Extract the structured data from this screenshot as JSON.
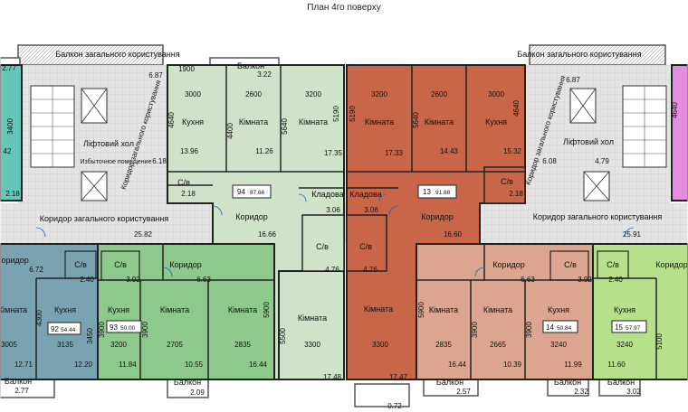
{
  "title": "План 4го поверху",
  "colors": {
    "wall": "#2b2b2b",
    "common": "#dcdcdc",
    "apt_92": "#7aa3b2",
    "apt_93": "#8cc98a",
    "apt_94": "#cfe3c9",
    "apt_13": "#c96548",
    "apt_14": "#dba58f",
    "apt_15": "#b6e08a",
    "apt_teal": "#66c7b8",
    "apt_pink": "#e38de0"
  },
  "labels": {
    "balcony_common_left": "Балкон загального користування",
    "balcony_common_right": "Балкон загального користування",
    "balcony": "Балкон",
    "corridor_common": "Коридор загального користування",
    "corridor_common_vert": "Коридор загального користування",
    "lift_hall": "Ліфтовий хол",
    "smoke_free": "Избыточное помещение",
    "kitchen": "Кухня",
    "room": "Кімната",
    "corridor": "Коридор",
    "storage": "Кладова",
    "bath": "С/в"
  },
  "apartments": [
    {
      "num": "94",
      "area": "87.66"
    },
    {
      "num": "13",
      "area": "91.88"
    },
    {
      "num": "92",
      "area": "54.44"
    },
    {
      "num": "93",
      "area": "50.00"
    },
    {
      "num": "14",
      "area": "50.84"
    },
    {
      "num": "15",
      "area": "57.97"
    }
  ],
  "values": {
    "v_6_87_l": "6.87",
    "v_6_87_r": "6.87",
    "v_1900": "1900",
    "v_3_22": "3.22",
    "v_2_77_tl": "2.77",
    "v_3000_a": "3000",
    "v_2600_a": "2600",
    "v_3200_a": "3200",
    "v_3200_b": "3200",
    "v_2600_b": "2600",
    "v_3000_b": "3000",
    "v_4640_l": "4640",
    "v_4400": "4400",
    "v_5640_l": "5640",
    "v_5190_l": "5190",
    "v_5190_r": "5190",
    "v_5640_r": "5640",
    "v_4640_r1": "4640",
    "v_4640_r2": "4640",
    "v_3400": "3400",
    "v_13_96": "13.96",
    "v_11_26": "11.26",
    "v_17_35": "17.35",
    "v_17_33": "17.33",
    "v_14_43": "14.43",
    "v_15_32": "15.32",
    "v_6_18": "6.18",
    "v_6_08": "6.08",
    "v_4_79": "4.79",
    "v_42": "42",
    "v_2_18_a": "2.18",
    "v_2_18_b": "2.18",
    "v_2_18_c": "2.18",
    "v_3_06_a": "3.06",
    "v_3_06_b": "3.06",
    "v_16_66": "16.66",
    "v_16_60": "16.60",
    "v_25_82": "25.82",
    "v_25_91": "25.91",
    "v_4_76_a": "4.76",
    "v_4_76_b": "4.76",
    "v_6_72": "6.72",
    "v_2_40_a": "2.40",
    "v_2_40_b": "2.40",
    "v_3_92_a": "3.92",
    "v_3_92_b": "3.92",
    "v_6_63_a": "6.63",
    "v_6_63_b": "6.63",
    "v_4300": "4300",
    "v_3450": "3450",
    "v_3900_a": "3900",
    "v_3900_b": "3900",
    "v_5900_l": "5900",
    "v_5500": "5500",
    "v_5900_r": "5900",
    "v_3900_c": "3900",
    "v_3900_d": "3900",
    "v_5100": "5100",
    "v_3005": "3005",
    "v_3135": "3135",
    "v_3200_c": "3200",
    "v_2705": "2705",
    "v_2835_a": "2835",
    "v_3300_a": "3300",
    "v_3300_b": "3300",
    "v_2835_b": "2835",
    "v_2665": "2665",
    "v_3240_a": "3240",
    "v_3240_b": "3240",
    "v_12_71": "12.71",
    "v_12_20": "12.20",
    "v_11_84": "11.84",
    "v_10_55": "10.55",
    "v_16_44_a": "16.44",
    "v_17_48": "17.48",
    "v_17_47": "17.47",
    "v_16_44_b": "16.44",
    "v_10_39": "10.39",
    "v_11_99": "11.99",
    "v_11_60": "11.60",
    "v_2_77_b": "2.77",
    "v_2_09": "2.09",
    "v_0_72": "0.72",
    "v_2_57": "2.57",
    "v_2_32": "2.32",
    "v_3_02": "3.02"
  }
}
